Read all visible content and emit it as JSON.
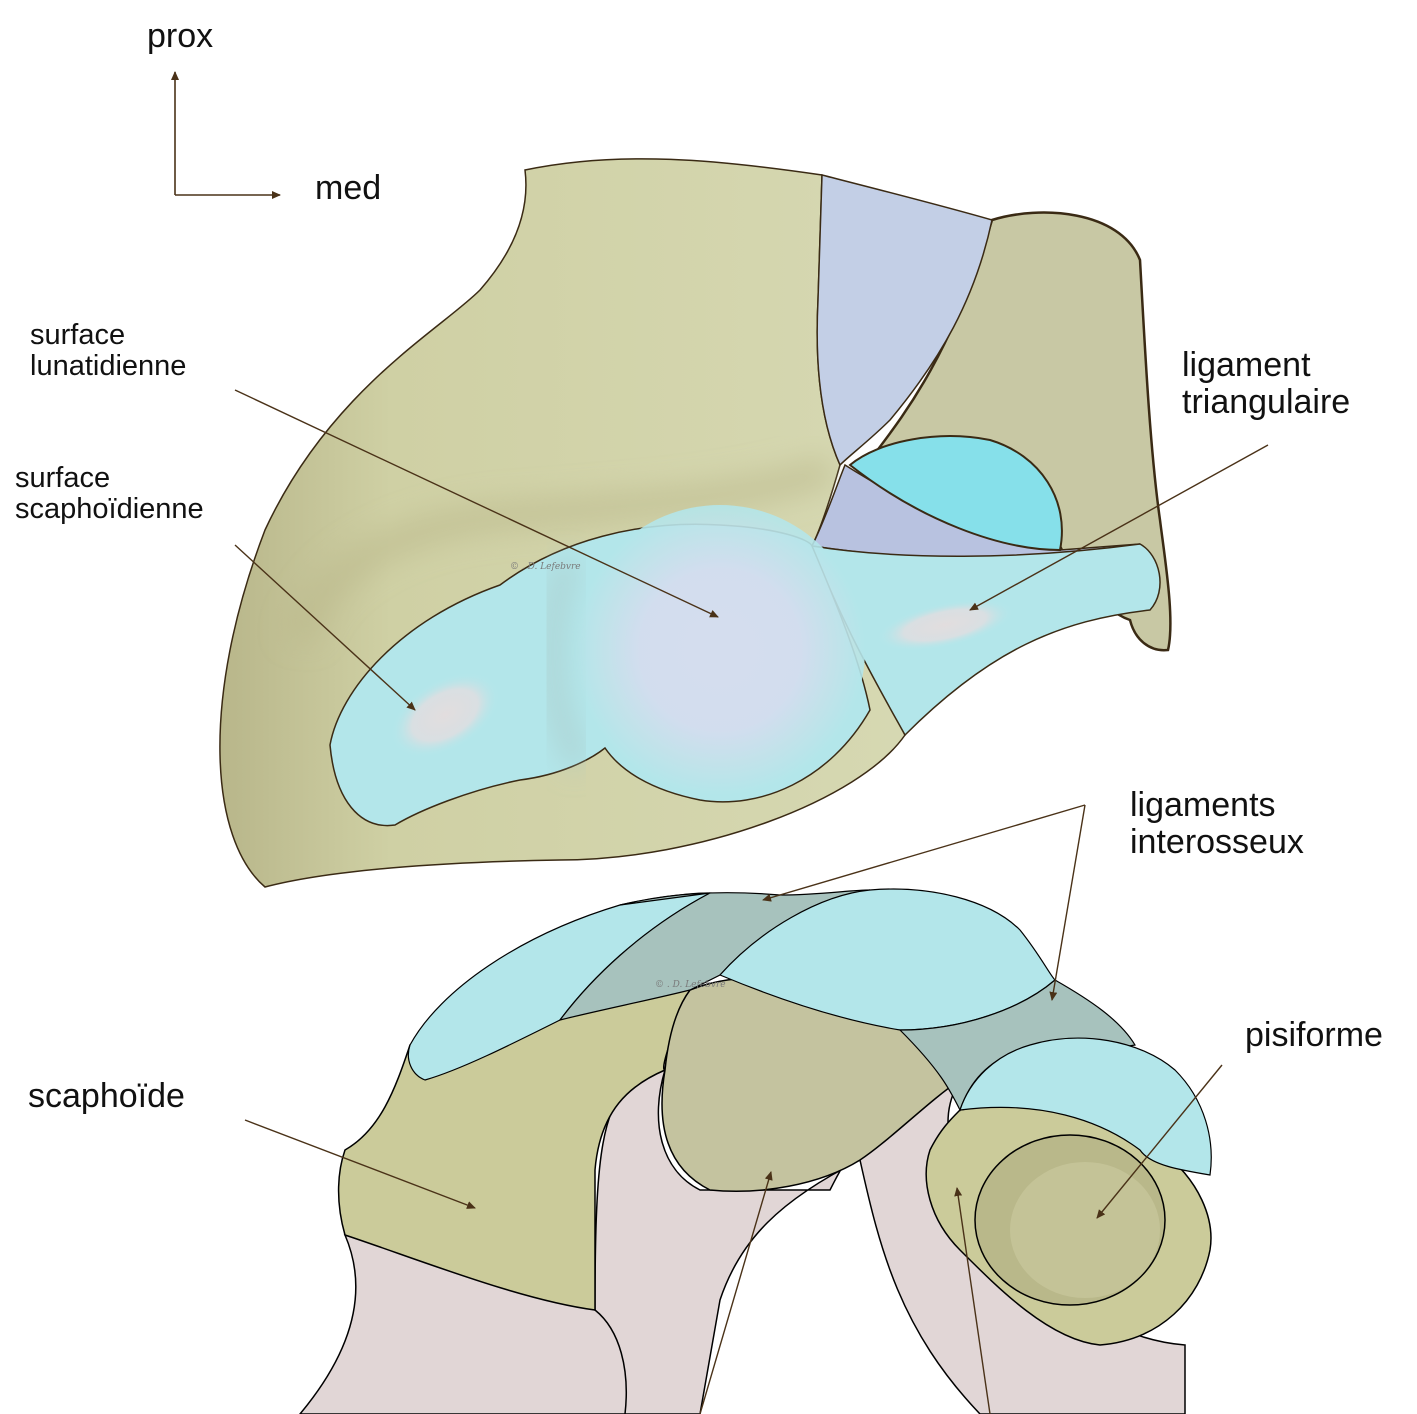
{
  "orientation": {
    "proximal": "prox",
    "medial": "med"
  },
  "labels": {
    "surface_lunatidienne": [
      "surface",
      "lunatidienne"
    ],
    "surface_scaphoidienne": [
      "surface",
      "scaphoïdienne"
    ],
    "ligament_triangulaire": [
      "ligament",
      "triangulaire"
    ],
    "ligaments_interosseux": [
      "ligaments",
      "interosseux"
    ],
    "pisiforme": "pisiforme",
    "scaphoide": "scaphoïde"
  },
  "signature": "© . D. Lefebvre",
  "colors": {
    "bone_olive": "#cfd0a4",
    "bone_dark": "#b9b88a",
    "cartilage_cyan": "#b3e6ea",
    "cartilage_bright": "#86e0ea",
    "ligament_lavender": "#c3cfe6",
    "ligament_grey_teal": "#a7c2bd",
    "distal_pink": "#e1d6d6",
    "outline": "#3a2a14",
    "arrow": "#4a3218"
  }
}
